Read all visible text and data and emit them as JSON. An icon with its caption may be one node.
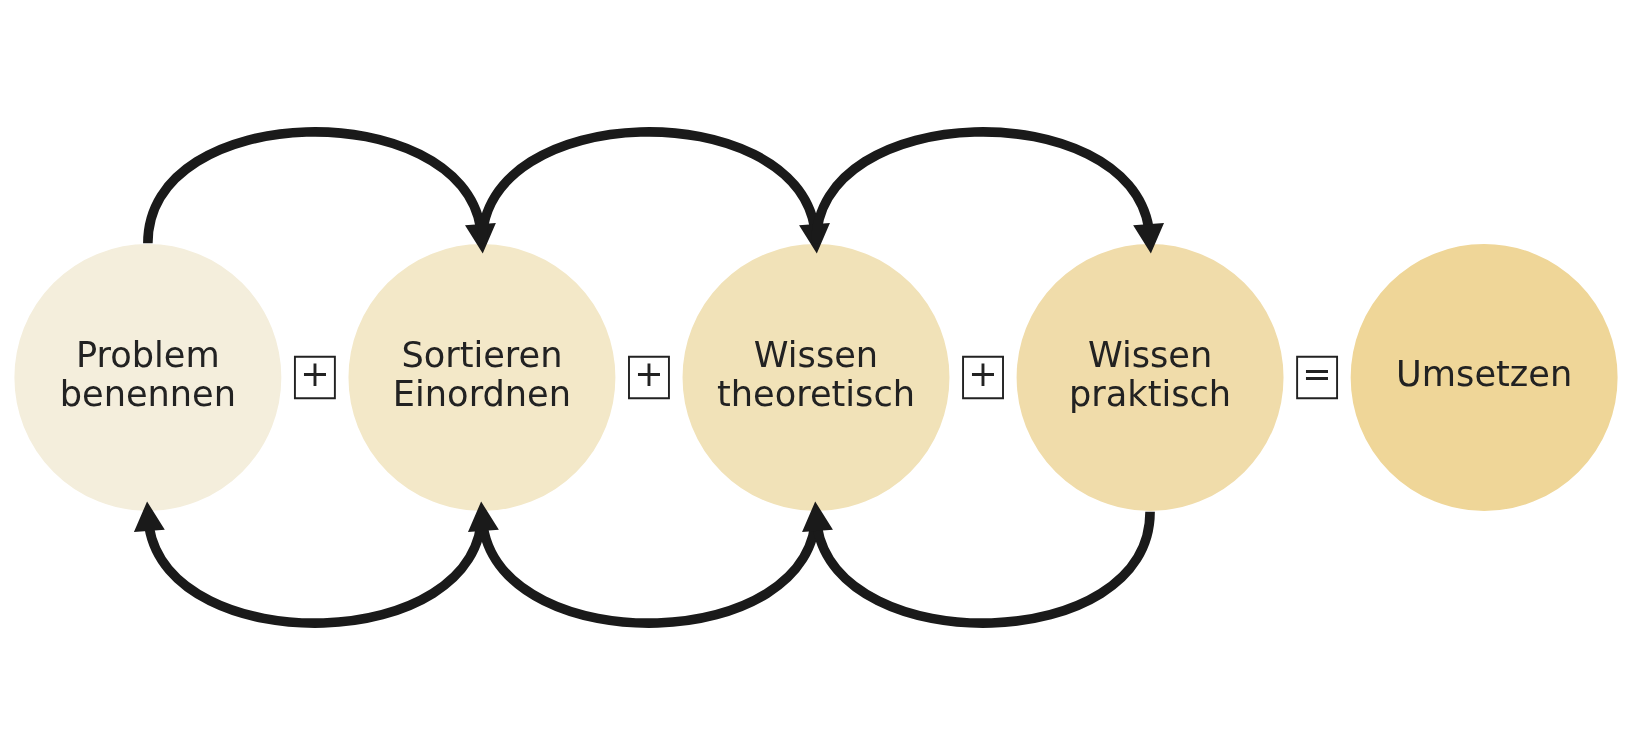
{
  "diagram": {
    "nodes": [
      {
        "text": [
          "Problem benennen"
        ]
      },
      {
        "text": [
          "Sortieren Einordnen"
        ]
      },
      {
        "text": [
          "Wissen theoretisch"
        ]
      },
      {
        "text": [
          "Wissen praktisch"
        ]
      },
      {
        "text": [
          "Umsetzen"
        ]
      }
    ],
    "edges": [
      {
        "from": 0,
        "to": 1,
        "arrow": "to"
      },
      {
        "from": 1,
        "to": 2,
        "arrow": "to"
      },
      {
        "from": 2,
        "to": 3,
        "arrow": "to"
      },
      {
        "from": 1,
        "to": 0,
        "arrow": "to"
      },
      {
        "from": 2,
        "to": 1,
        "arrow": "to"
      },
      {
        "from": 3,
        "to": 2,
        "arrow": "to"
      }
    ],
    "labels": [
      "+",
      "+",
      "+",
      "="
    ]
  }
}
